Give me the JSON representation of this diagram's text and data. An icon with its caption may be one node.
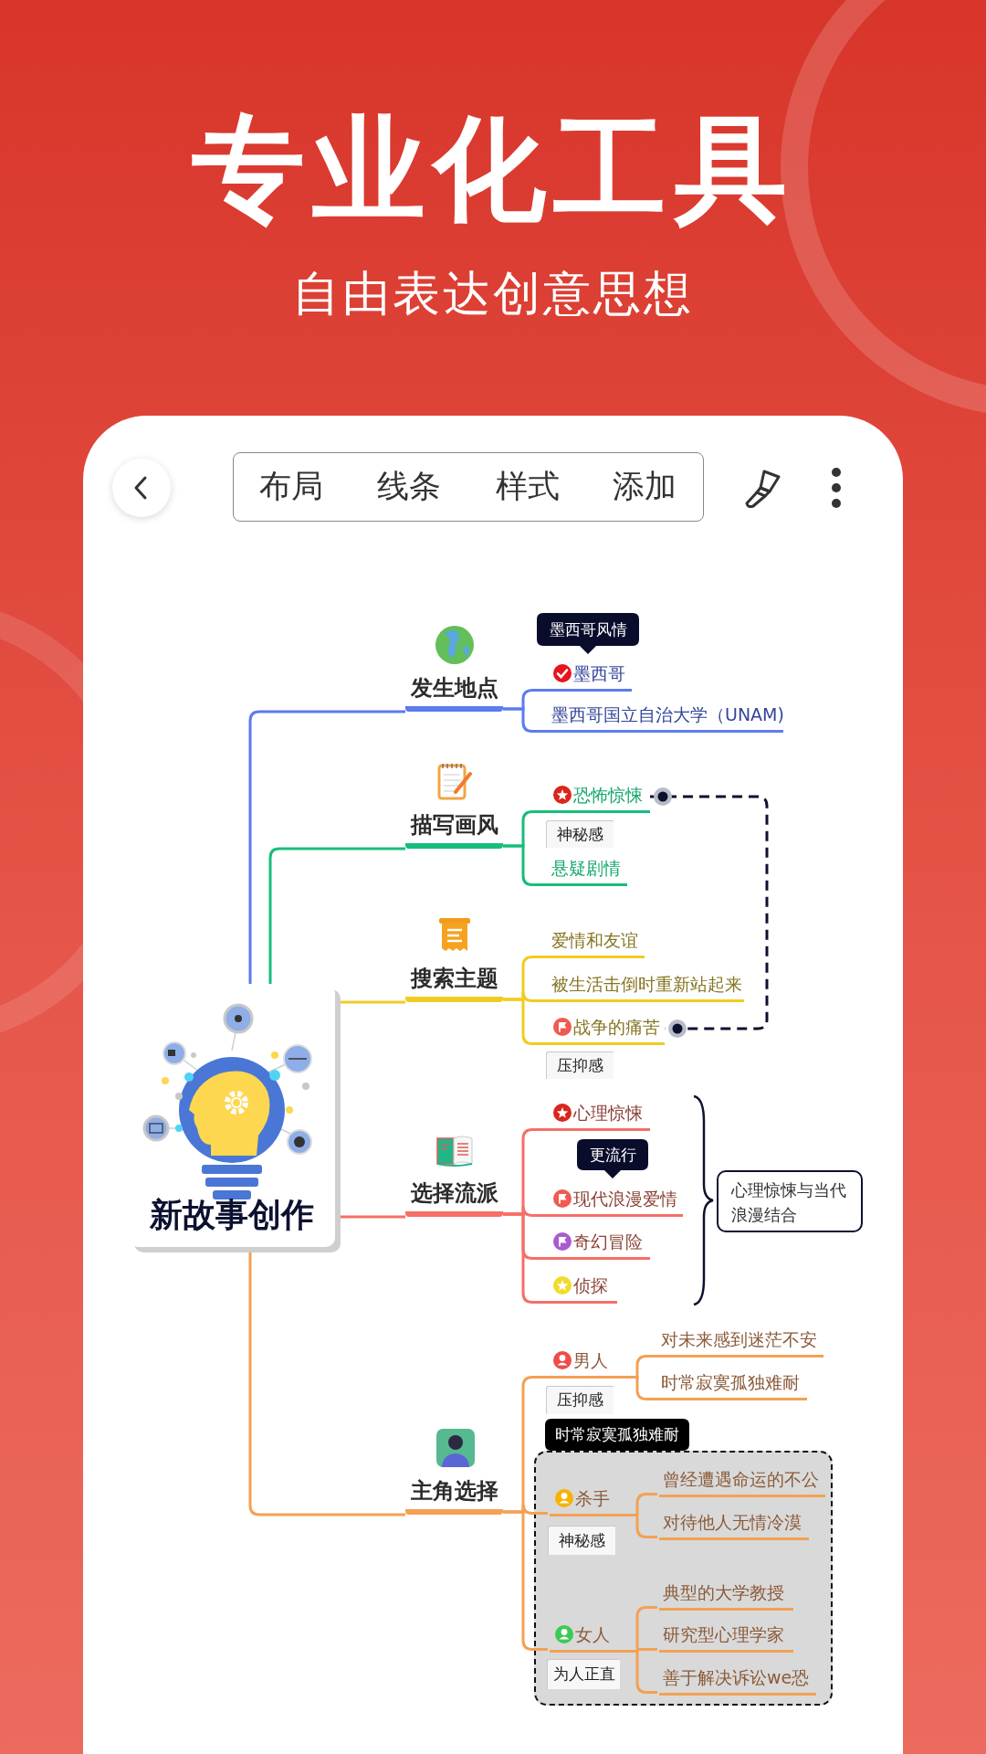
{
  "diagram": {
    "title": "专业化工具",
    "nodes": [
      {
        "text": [
          "新故事创作"
        ]
      },
      {
        "text": [
          "发生地点"
        ]
      },
      {
        "text": [
          "墨西哥风情"
        ]
      },
      {
        "text": [
          "墨西哥"
        ]
      },
      {
        "text": [
          "墨西哥国立自治大学（UNAM)"
        ]
      },
      {
        "text": [
          "描写画风"
        ]
      },
      {
        "text": [
          "恐怖惊悚"
        ]
      },
      {
        "text": [
          "神秘感"
        ]
      },
      {
        "text": [
          "悬疑剧情"
        ]
      },
      {
        "text": [
          "搜索主题"
        ]
      },
      {
        "text": [
          "爱情和友谊"
        ]
      },
      {
        "text": [
          "被生活击倒时重新站起来"
        ]
      },
      {
        "text": [
          "战争的痛苦"
        ]
      },
      {
        "text": [
          "压抑感"
        ]
      },
      {
        "text": [
          "选择流派"
        ]
      },
      {
        "text": [
          "心理惊悚"
        ]
      },
      {
        "text": [
          "更流行"
        ]
      },
      {
        "text": [
          "现代浪漫爱情"
        ]
      },
      {
        "text": [
          "奇幻冒险"
        ]
      },
      {
        "text": [
          "侦探"
        ]
      },
      {
        "text": [
          "心理惊悚与当代浪漫结合"
        ]
      },
      {
        "text": [
          "主角选择"
        ]
      },
      {
        "text": [
          "男人"
        ]
      },
      {
        "text": [
          "对未来感到迷茫不安"
        ]
      },
      {
        "text": [
          "时常寂寞孤独难耐"
        ]
      },
      {
        "text": [
          "压抑感"
        ]
      },
      {
        "text": [
          "时常寂寞孤独难耐"
        ]
      },
      {
        "text": [],
        "shape": "box"
      },
      {
        "text": [
          "杀手"
        ],
        "in": 27
      },
      {
        "text": [
          "曾经遭遇命运的不公"
        ],
        "in": 27
      },
      {
        "text": [
          "对待他人无情冷漠"
        ],
        "in": 27
      },
      {
        "text": [
          "神秘感"
        ],
        "in": 27
      },
      {
        "text": [
          "女人"
        ],
        "in": 27
      },
      {
        "text": [
          "典型的大学教授"
        ],
        "in": 27
      },
      {
        "text": [
          "研究型心理学家"
        ],
        "in": 27
      },
      {
        "text": [
          "善于解决诉讼we恐"
        ],
        "in": 27
      },
      {
        "text": [
          "为人正直"
        ],
        "in": 27
      }
    ],
    "edges": [
      {
        "from": 0,
        "to": 1,
        "arrow": "none",
        "color": "#5b7bf0"
      },
      {
        "from": 0,
        "to": 5,
        "arrow": "none",
        "color": "#17bd7b"
      },
      {
        "from": 0,
        "to": 9,
        "arrow": "none",
        "color": "#f0cc22"
      },
      {
        "from": 0,
        "to": 14,
        "arrow": "none",
        "color": "#f56f67"
      },
      {
        "from": 0,
        "to": 21,
        "arrow": "none",
        "color": "#f3a154"
      },
      {
        "from": 1,
        "to": 3,
        "arrow": "none",
        "color": "#5b7bf0"
      },
      {
        "from": 1,
        "to": 4,
        "arrow": "none",
        "color": "#5b7bf0"
      },
      {
        "from": 5,
        "to": 6,
        "arrow": "none",
        "color": "#17bd7b"
      },
      {
        "from": 5,
        "to": 8,
        "arrow": "none",
        "color": "#17bd7b"
      },
      {
        "from": 9,
        "to": 10,
        "arrow": "none",
        "color": "#f0cc22"
      },
      {
        "from": 9,
        "to": 11,
        "arrow": "none",
        "color": "#f0cc22"
      },
      {
        "from": 9,
        "to": 12,
        "arrow": "none",
        "color": "#f0cc22"
      },
      {
        "from": 6,
        "to": 12,
        "arrow": "other",
        "style": "dashed",
        "color": "#0d1130"
      },
      {
        "from": 14,
        "to": 15,
        "arrow": "none",
        "color": "#f56f67"
      },
      {
        "from": 14,
        "to": 17,
        "arrow": "none",
        "color": "#f56f67"
      },
      {
        "from": 14,
        "to": 18,
        "arrow": "none",
        "color": "#f56f67"
      },
      {
        "from": 14,
        "to": 19,
        "arrow": "none",
        "color": "#f56f67"
      },
      {
        "from": 21,
        "to": 22,
        "arrow": "none",
        "color": "#f3a154"
      },
      {
        "from": 21,
        "to": 28,
        "arrow": "none",
        "color": "#f3a154"
      },
      {
        "from": 21,
        "to": 32,
        "arrow": "none",
        "color": "#f3a154"
      },
      {
        "from": 22,
        "to": 23,
        "arrow": "none",
        "color": "#f3a154"
      },
      {
        "from": 22,
        "to": 24,
        "arrow": "none",
        "color": "#f3a154"
      },
      {
        "from": 28,
        "to": 29,
        "arrow": "none",
        "color": "#f3a154"
      },
      {
        "from": 28,
        "to": 30,
        "arrow": "none",
        "color": "#f3a154"
      },
      {
        "from": 32,
        "to": 33,
        "arrow": "none",
        "color": "#f3a154"
      },
      {
        "from": 32,
        "to": 34,
        "arrow": "none",
        "color": "#f3a154"
      },
      {
        "from": 32,
        "to": 35,
        "arrow": "none",
        "color": "#f3a154"
      }
    ],
    "labels": [
      "自由表达创意思想",
      "布局",
      "线条",
      "样式",
      "添加"
    ]
  }
}
